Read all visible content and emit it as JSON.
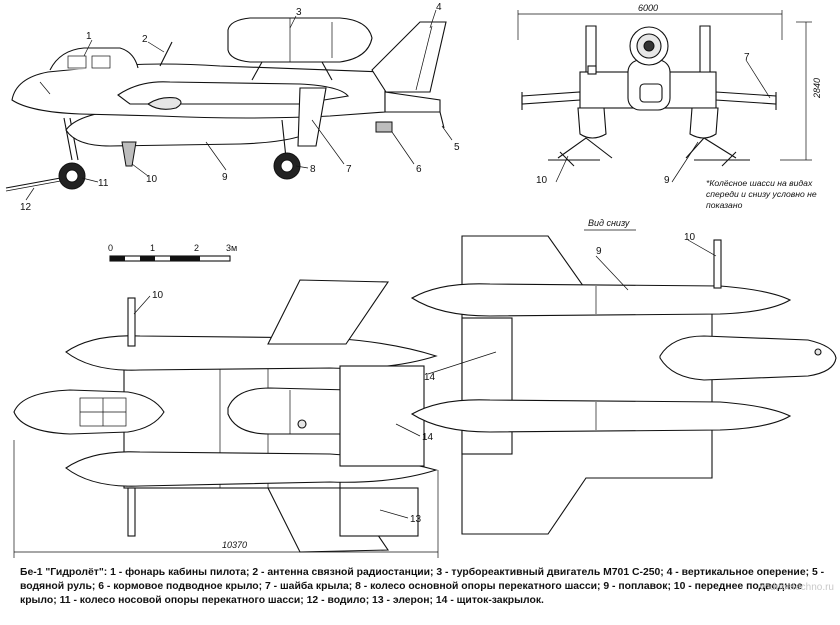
{
  "figure": {
    "title": "Бе-1 \"Гидролёт\"",
    "caption": "Бе-1 \"Гидролёт\": 1 - фонарь кабины пилота; 2 - антенна связной радиостанции; 3 - турбореактивный двигатель М701 С-250; 4 - вертикальное оперение; 5 - водяной руль; 6 - кормовое подводное крыло; 7 - шайба крыла; 8 - колесо основной опоры перекатного шасси; 9 - поплавок; 10 - переднее подводное крыло; 11 - колесо носовой опоры перекатного шасси; 12 - водило; 13 - элерон; 14 - щиток-закрылок.",
    "watermark": "vodnoetechno.ru"
  },
  "side_view": {
    "callouts": [
      "1",
      "2",
      "3",
      "4",
      "5",
      "6",
      "7",
      "8",
      "9",
      "10",
      "11",
      "12"
    ]
  },
  "front_view": {
    "span_label": "6000",
    "height_label": "2840",
    "callouts": [
      "7",
      "9",
      "10"
    ],
    "note": "*Колёсное шасси на видах спереди и снизу условно не показано"
  },
  "bottom_view": {
    "title": "Вид снизу",
    "callouts": [
      "9",
      "10",
      "14"
    ]
  },
  "top_view": {
    "length_label": "10370",
    "callouts": [
      "10",
      "13",
      "14"
    ]
  },
  "scale_bar": {
    "ticks": [
      "0",
      "1",
      "2",
      "3м"
    ]
  }
}
